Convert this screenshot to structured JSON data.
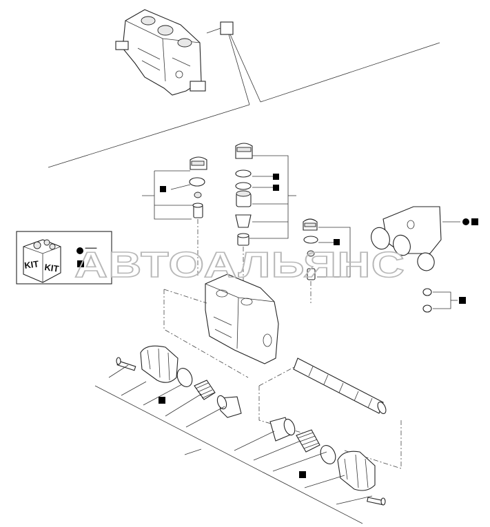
{
  "watermark": "АВТОАЛЬЯНС",
  "kit": {
    "label_left": "KIT",
    "label_right": "KIT"
  },
  "symbols": {
    "filled_square": "#000000",
    "filled_circle": "#000000",
    "line_color": "#222222",
    "watermark_color": "#b8b8b8"
  }
}
